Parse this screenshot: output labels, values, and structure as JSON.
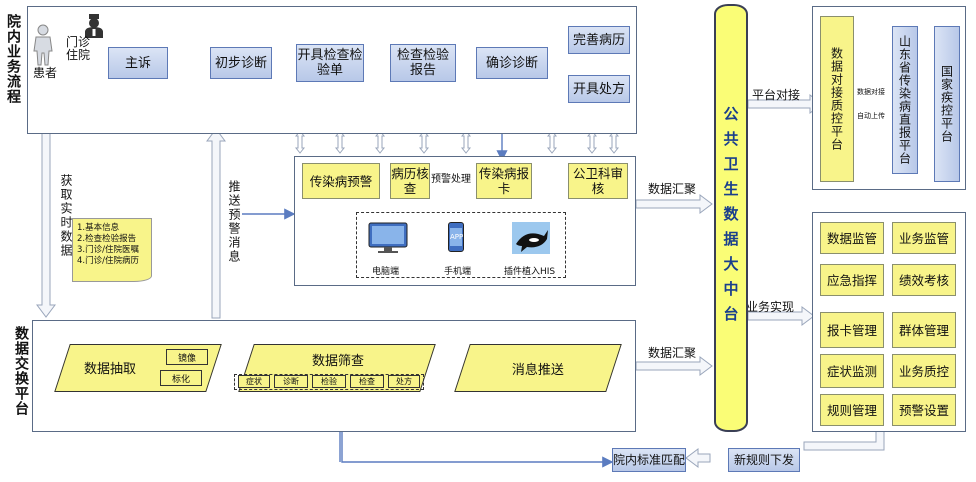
{
  "titles": {
    "inhospital": "院内业务流程",
    "exchange": "数据交换平台"
  },
  "patient": {
    "label": "患者",
    "doctor_label": "门诊\n住院"
  },
  "flow": {
    "complaint": "主诉",
    "initial_diagnosis": "初步诊断",
    "order_exam": "开具检查检验单",
    "exam_report": "检查检验报告",
    "confirm_diagnosis": "确诊诊断",
    "complete_record": "完善病历",
    "prescription": "开具处方"
  },
  "warning": {
    "infect_warning": "传染病预警",
    "record_check": "病历核查",
    "warning_handle": "预警处理",
    "infect_report": "传染病报卡",
    "public_health_review": "公卫科审核",
    "terminals": [
      "电脑端",
      "手机端",
      "插件植入HIS"
    ],
    "app_text": "APP"
  },
  "side_labels": {
    "get_data": "获取实时数据",
    "push_warning": "推送预警消息"
  },
  "info_doc": [
    "1.基本信息",
    "2.检查检验报告",
    "3.门诊/住院医嘱",
    "4.门诊/住院病历"
  ],
  "exchange": {
    "extract": "数据抽取",
    "mirror": "镜像",
    "standardize": "标化",
    "screen": "数据筛查",
    "screen_items": [
      "症状",
      "诊断",
      "检验",
      "检查",
      "处方"
    ],
    "push": "消息推送"
  },
  "arrows": {
    "data_aggregate_1": "数据汇聚",
    "data_aggregate_2": "数据汇聚",
    "platform_dock": "平台对接",
    "business_impl": "业务实现",
    "dock_small": "数据对接",
    "auto_upload": "自动上传"
  },
  "center": "公共卫生数据大中台",
  "platforms": {
    "qc": "数据对接质控平台",
    "shandong": "山东省传染病直报平台",
    "national": "国家疾控平台"
  },
  "business": [
    [
      "数据监管",
      "业务监管"
    ],
    [
      "应急指挥",
      "绩效考核"
    ],
    [
      "报卡管理",
      "群体管理"
    ],
    [
      "症状监测",
      "业务质控"
    ],
    [
      "规则管理",
      "预警设置"
    ]
  ],
  "bottom": {
    "new_rule": "新规则下发",
    "standard_match": "院内标准匹配"
  }
}
